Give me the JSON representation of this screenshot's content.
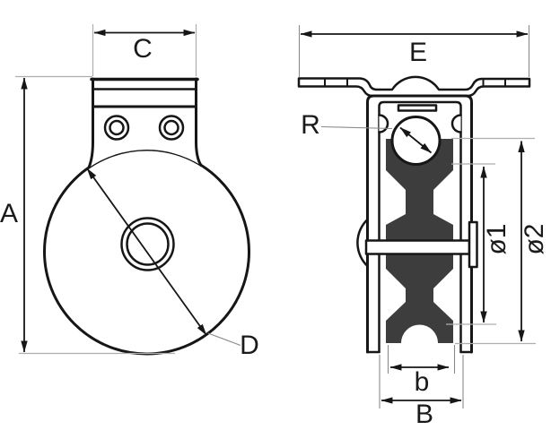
{
  "drawing": {
    "front_view": {
      "labels": {
        "A": "A",
        "C": "C",
        "D": "D"
      }
    },
    "side_view": {
      "labels": {
        "E": "E",
        "R": "R",
        "b": "b",
        "B": "B",
        "dia1": "ø1",
        "dia2": "ø2"
      }
    },
    "colors": {
      "line": "#161616",
      "extension_line": "#aeaeae",
      "sheave_fill": "#3d3d3d",
      "background": "#ffffff"
    }
  }
}
